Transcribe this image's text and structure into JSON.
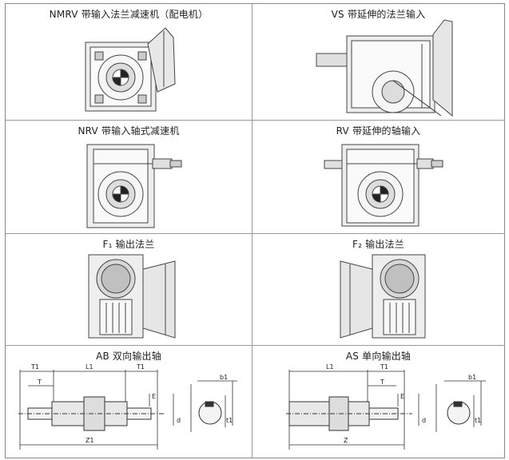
{
  "panels": [
    {
      "caption": "NMRV 带输入法兰减速机（配电机）"
    },
    {
      "caption": "VS 带延伸的法兰输入"
    },
    {
      "caption": "NRV 带输入轴式减速机"
    },
    {
      "caption": "RV 带延伸的轴输入"
    },
    {
      "caption": "F₁ 输出法兰"
    },
    {
      "caption": "F₂ 输出法兰"
    },
    {
      "caption": "AB 双向输出轴"
    },
    {
      "caption": "AS 单向输出轴"
    }
  ],
  "dims_ab": {
    "t1_left": "T1",
    "l1": "L1",
    "t1_right": "T1",
    "t": "T",
    "e": "E",
    "d": "d",
    "z1": "Z1",
    "b1": "b1",
    "t1_v": "t1"
  },
  "dims_as": {
    "l1": "L1",
    "t1": "T1",
    "t": "T",
    "e": "E",
    "d": "d",
    "z": "Z",
    "b1": "b1",
    "t1_v": "t1"
  }
}
